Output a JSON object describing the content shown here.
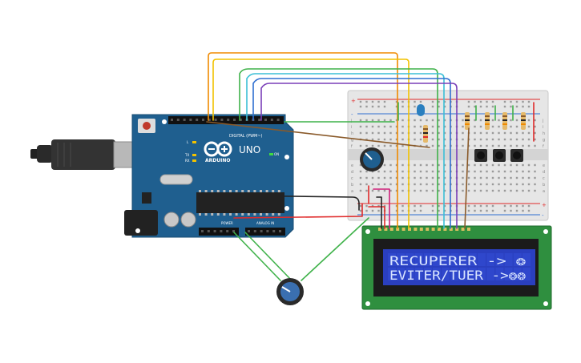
{
  "arduino": {
    "brand": "ARDUINO",
    "model": "UNO",
    "digital_label": "DIGITAL (PWM~)",
    "power_label": "POWER",
    "analog_label": "ANALOG IN",
    "on_label": "ON",
    "led_labels": [
      "L",
      "TX",
      "RX"
    ]
  },
  "lcd": {
    "line1": "RECUPERER -> ❂",
    "line2": "EVITER/TUER ->❂❂"
  },
  "breadboard": {
    "row_letters_top": [
      "j",
      "i",
      "h",
      "g",
      "f"
    ],
    "row_letters_bottom": [
      "e",
      "d",
      "c",
      "b",
      "a"
    ],
    "plus": "+",
    "minus": "-"
  },
  "colors": {
    "arduino_blue": "#1f5f8f",
    "lcd_pcb": "#2f8f3f",
    "lcd_screen": "#2a3fbf",
    "wire_orange": "#f08a00",
    "wire_yellow": "#f2c200",
    "wire_green": "#3fb24a",
    "wire_cyan": "#3bbfd6",
    "wire_blue": "#2f6fd0",
    "wire_purple": "#7a3fb8",
    "wire_red": "#e02a2a",
    "wire_black": "#222222",
    "wire_brown": "#8a5a2a",
    "wire_magenta": "#d0207a"
  }
}
